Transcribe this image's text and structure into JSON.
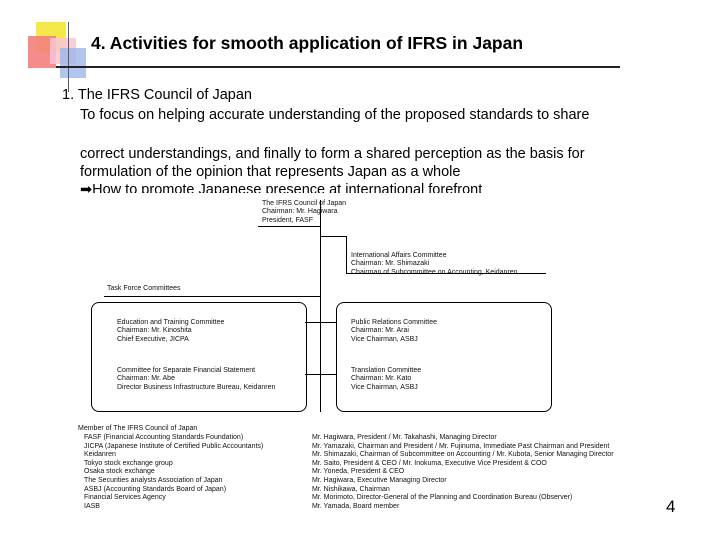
{
  "slide": {
    "title": "4. Activities for smooth application of IFRS in Japan",
    "item_heading": "1. The IFRS Council of Japan",
    "lines": [
      "To focus on helping accurate understanding of the proposed standards to share",
      "correct understandings, and finally to form a shared perception as the basis for",
      "formulation of the opinion that represents Japan as a whole",
      "➡How to promote Japanese presence at international forefront"
    ],
    "page_number": "4"
  },
  "org_chart": {
    "council": [
      "The IFRS Council of Japan",
      "Chairman: Mr. Hagiwara",
      "President, FASF"
    ],
    "intl_affairs": [
      "International Affairs Committee",
      "Chairman: Mr. Shimazaki",
      "Chairman of Subcommittee on Accounting, Keidanren"
    ],
    "task_force_label": "Task Force Committees",
    "edu_training": [
      "Education and Training Committee",
      "Chairman: Mr. Kinoshita",
      "Chief Executive, JICPA"
    ],
    "public_relations": [
      "Public Relations Committee",
      "Chairman: Mr. Arai",
      "Vice Chairman, ASBJ"
    ],
    "separate_fs": [
      "Committee for Separate Financial Statement",
      "Chairman: Mr. Abe",
      "Director Business Infrastructure Bureau, Keidanren"
    ],
    "translation": [
      "Translation Committee",
      "Chairman: Mr. Kato",
      "Vice Chairman, ASBJ"
    ]
  },
  "members": {
    "heading": "Member of The IFRS Council of Japan",
    "organizations": [
      "FASF (Financial Accounting Standards Foundation)",
      "JICPA (Japanese Institute of Certified Public Accountants)",
      "Keidanren",
      "Tokyo stock exchange group",
      "Osaka stock exchange",
      "The Securities analysts Association of Japan",
      "ASBJ (Accounting Standards Board of Japan)",
      "Financial Services Agency",
      "IASB"
    ],
    "representatives": [
      "Mr. Hagiwara, President / Mr. Takahashi, Managing Director",
      "Mr. Yamazaki, Chairman and President / Mr. Fujinuma, Immediate Past Chairman and President",
      "Mr. Shimazaki, Chairman of Subcommittee on Accounting / Mr. Kubota, Senior Managing Director",
      "Mr. Saito, President & CEO / Mr. Inokuma, Executive Vice President & COO",
      "Mr. Yoneda, President & CEO",
      "Mr. Hagiwara, Executive Managing Director",
      "Mr. Nishikawa, Chairman",
      "Mr. Morimoto, Director-General of the Planning and Coordination Bureau (Observer)",
      "Mr. Yamada, Board member"
    ]
  }
}
